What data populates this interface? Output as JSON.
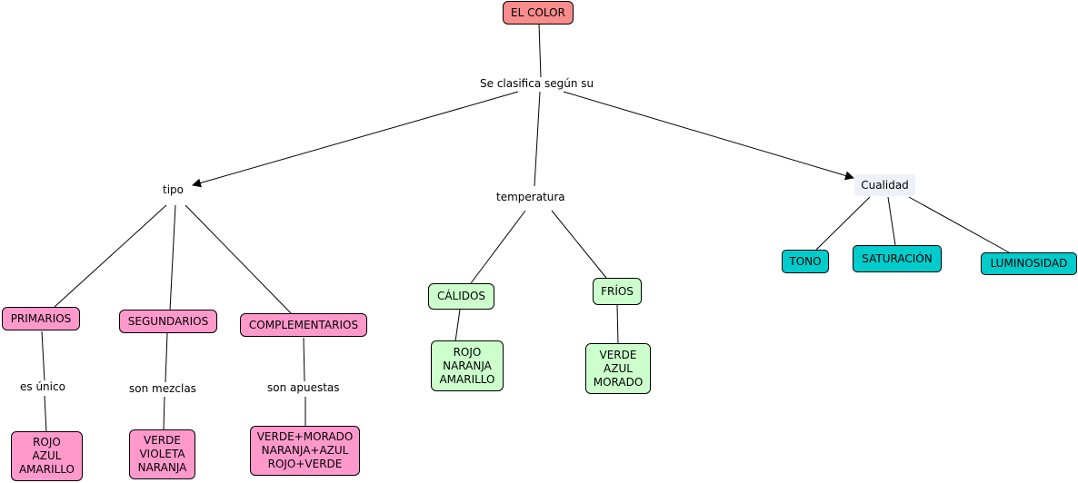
{
  "root": "EL COLOR",
  "link_root": "Se clasifica según su",
  "branches": {
    "tipo": "tipo",
    "temperatura": "temperatura",
    "cualidad": "Cualidad"
  },
  "tipo": {
    "primarios": {
      "label": "PRIMARIOS",
      "link": "es único",
      "items": "ROJO\nAZUL\nAMARILLO"
    },
    "segundarios": {
      "label": "SEGUNDARIOS",
      "link": "son mezclas",
      "items": "VERDE\nVIOLETA\nNARANJA"
    },
    "complementarios": {
      "label": "COMPLEMENTARIOS",
      "link": "son apuestas",
      "items": "VERDE+MORADO\nNARANJA+AZUL\nROJO+VERDE"
    }
  },
  "temperatura": {
    "calidos": {
      "label": "CÁLIDOS",
      "items": "ROJO\nNARANJA\nAMARILLO"
    },
    "frios": {
      "label": "FRÍOS",
      "items": "VERDE\nAZUL\nMORADO"
    }
  },
  "cualidad": {
    "tono": "TONO",
    "saturacion": "SATURACIÓN",
    "luminosidad": "LUMINOSIDAD"
  },
  "colors": {
    "root": "#f98c8c",
    "pink": "#ff99cc",
    "green": "#ccffcc",
    "cyan": "#00cccc"
  }
}
